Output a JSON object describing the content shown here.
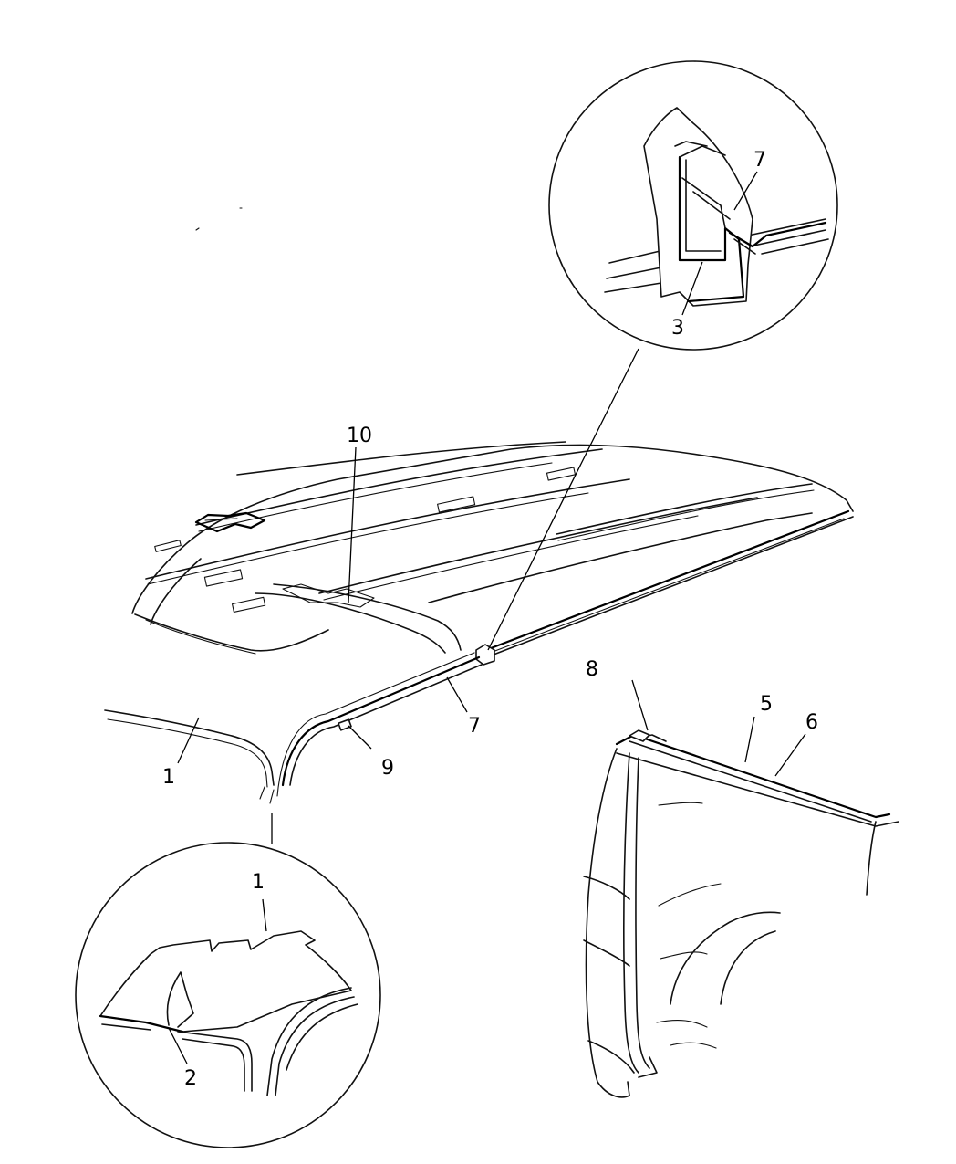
{
  "callouts": {
    "c1_main": "1",
    "c1_detail": "1",
    "c2": "2",
    "c3": "3",
    "c5": "5",
    "c6": "6",
    "c7_main": "7",
    "c7_detail": "7",
    "c8": "8",
    "c9": "9",
    "c10": "10"
  }
}
